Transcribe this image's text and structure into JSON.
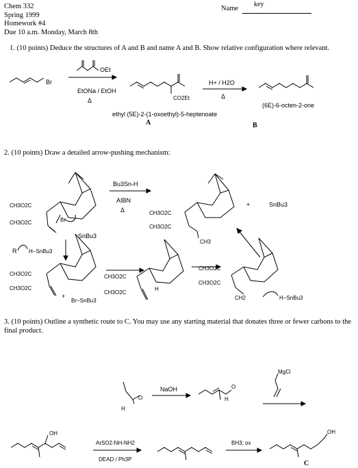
{
  "header": {
    "course": "Chem 332",
    "term": "Spring 1999",
    "assignment": "Homework #4",
    "due": "Due 10 a.m. Monday, March 8th",
    "name_label": "Name",
    "key_text": "key"
  },
  "q1": {
    "text": "1.  (10 points) Deduce the structures of A and B and name A and B.  Show relative configuration where relevant.",
    "br_label": "Br",
    "reagent_top": "OEt",
    "reagent_conditions": "EtONa / EtOH",
    "heat1": "Δ",
    "co2et": "CO2Et",
    "acid_conditions": "H+ / H2O",
    "heat2": "Δ",
    "name_A": "ethyl  (5E)-2-(1-oxoethyl)-5-heptenoate",
    "label_A": "A",
    "name_B": "(6E)-6-octen-2-one",
    "label_B": "B"
  },
  "q2": {
    "text": "2.  (10 points) Draw a detailed arrow-pushing mechanism:",
    "reagent1": "Bu3Sn-H",
    "reagent2": "AIBN",
    "heat": "Δ",
    "ester": "CH3O2C",
    "plus": "+",
    "snbu3_radical": "SnBu3",
    "ch3": "CH3",
    "r_radical": "R",
    "h_snbu3": "H−SnBu3",
    "br_snbu3": "Br−SnBu3",
    "ch2": "CH2",
    "br": "Br",
    "h": "H"
  },
  "q3": {
    "text": "3.  (10 points)  Outline a synthetic route to C.  You may use any starting material that donates three or fewer carbons to the final product.",
    "naoh": "NaOH",
    "mgcl": "MgCl",
    "oh": "OH",
    "sulfonyl": "ArSO2-NH-NH2",
    "dead": "DEAD / Ph3P",
    "bh3": "BH3; ox",
    "label_C": "C"
  }
}
